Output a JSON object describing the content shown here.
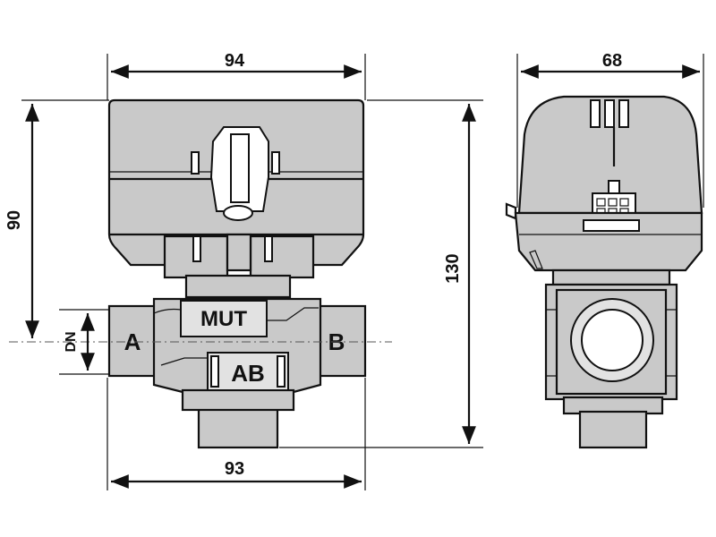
{
  "dimensions": {
    "actuator_width": "94",
    "body_length": "93",
    "height_to_axis": "90",
    "total_height": "130",
    "side_width": "68",
    "dn": "DN"
  },
  "ports": {
    "a": "A",
    "b": "B",
    "ab": "AB",
    "mut": "MUT"
  }
}
